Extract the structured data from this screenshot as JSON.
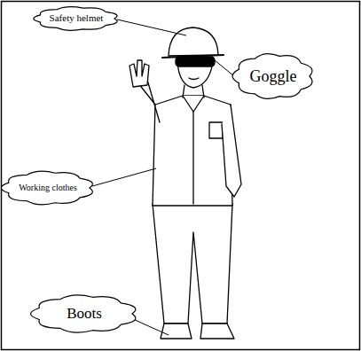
{
  "diagram": {
    "nodes": [
      {
        "text": [
          "Safety helmet"
        ]
      },
      {
        "text": [
          "Goggle"
        ]
      },
      {
        "text": [
          "Working clothes"
        ]
      },
      {
        "text": [
          "Boots"
        ]
      }
    ]
  }
}
